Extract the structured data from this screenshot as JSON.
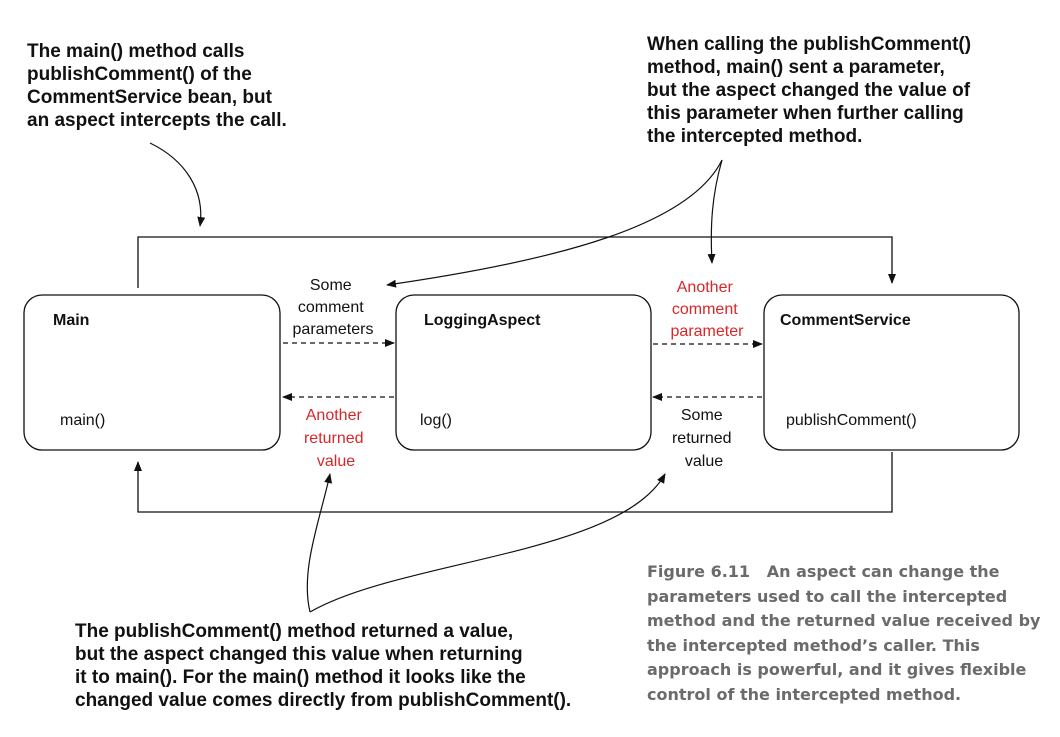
{
  "annotations": {
    "top_left": "The main() method calls\npublishComment() of the\nCommentService bean, but\nan aspect intercepts the call.",
    "top_right": "When calling the publishComment()\nmethod, main() sent a parameter,\nbut the aspect changed the value of\nthis parameter when further calling\nthe intercepted method.",
    "bottom": "The publishComment() method returned a value,\nbut the aspect changed this value when returning\nit to main(). For the main() method it looks like the\nchanged value comes directly from publishComment()."
  },
  "boxes": {
    "main": {
      "title": "Main",
      "method": "main()"
    },
    "aspect": {
      "title": "LoggingAspect",
      "method": "log()"
    },
    "service": {
      "title": "CommentService",
      "method": "publishComment()"
    }
  },
  "labels": {
    "some_params": [
      "Some",
      "comment",
      "parameters"
    ],
    "another_param": [
      "Another",
      "comment",
      "parameter"
    ],
    "another_returned": [
      "Another",
      "returned",
      "value"
    ],
    "some_returned": [
      "Some",
      "returned",
      "value"
    ]
  },
  "caption": {
    "figure": "Figure 6.11",
    "text": "An aspect can change the parameters used to call the intercepted method and the returned value received by the intercepted method’s caller. This approach is powerful, and it gives flexible control of the intercepted method."
  },
  "colors": {
    "highlight": "#d9262a",
    "normal": "#111111",
    "caption": "#6b6b6b"
  }
}
